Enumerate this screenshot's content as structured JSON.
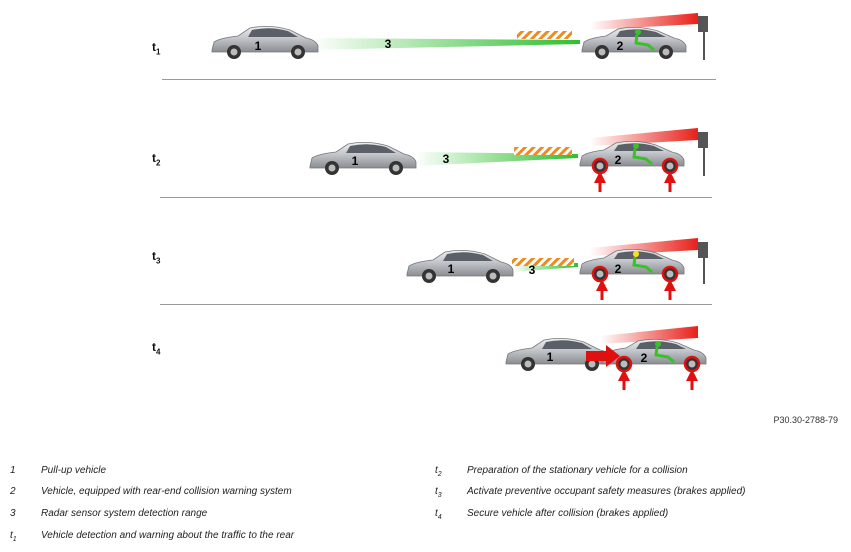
{
  "rows": [
    {
      "label": "t",
      "sub": "1"
    },
    {
      "label": "t",
      "sub": "2"
    },
    {
      "label": "t",
      "sub": "3"
    },
    {
      "label": "t",
      "sub": "4"
    }
  ],
  "numbers": {
    "pullup": "1",
    "equipped": "2",
    "radar": "3"
  },
  "doc_code": "P30.30-2788-79",
  "legend": [
    {
      "key": "1",
      "text": "Pull-up vehicle"
    },
    {
      "key": "2",
      "text": "Vehicle, equipped with rear-end collision warning system"
    },
    {
      "key": "3",
      "text": "Radar sensor system detection range"
    },
    {
      "key": "t",
      "sub": "1",
      "text": "Vehicle detection and warning about the traffic to the rear"
    },
    {
      "key": "t",
      "sub": "2",
      "text": "Preparation of the stationary vehicle for a collision"
    },
    {
      "key": "t",
      "sub": "3",
      "text": "Activate preventive occupant safety measures (brakes applied)"
    },
    {
      "key": "t",
      "sub": "4",
      "text": "Secure vehicle after collision (brakes applied)"
    }
  ],
  "colors": {
    "radar_green": "#2fbf2f",
    "hazard_orange": "#f08a1e",
    "warning_red": "#e8201a",
    "brake_arrow": "#e01010",
    "occupant_green": "#3bbf2a",
    "car_silver": "#c4c7cb"
  }
}
